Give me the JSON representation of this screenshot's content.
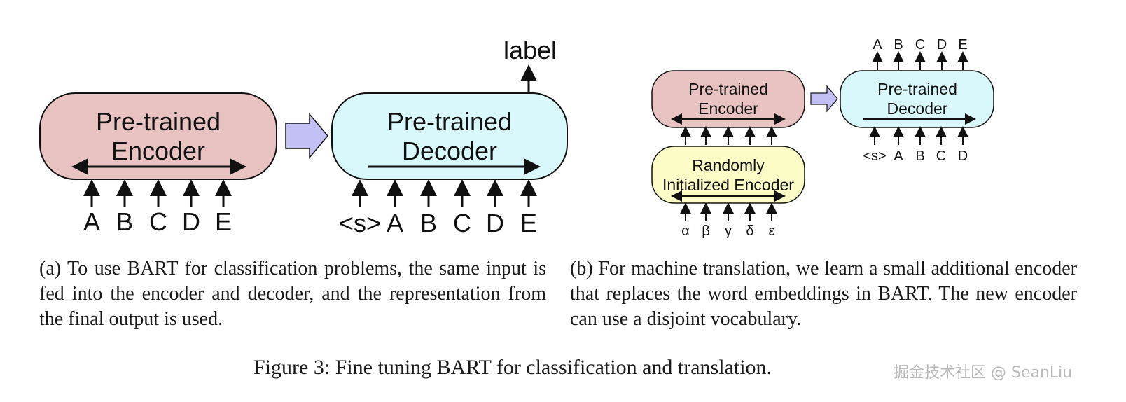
{
  "panel_a": {
    "encoder": {
      "line1": "Pre-trained",
      "line2": "Encoder"
    },
    "decoder": {
      "line1": "Pre-trained",
      "line2": "Decoder"
    },
    "encoder_inputs": [
      "A",
      "B",
      "C",
      "D",
      "E"
    ],
    "decoder_inputs": [
      "<s>",
      "A",
      "B",
      "C",
      "D",
      "E"
    ],
    "output_label": "label",
    "caption": "(a)  To use BART for classification problems, the same input is fed into the encoder and decoder, and the representation from the final output is used."
  },
  "panel_b": {
    "encoder": {
      "line1": "Pre-trained",
      "line2": "Encoder"
    },
    "random_encoder": {
      "line1": "Randomly",
      "line2": "Initialized Encoder"
    },
    "decoder": {
      "line1": "Pre-trained",
      "line2": "Decoder"
    },
    "source_inputs": [
      "α",
      "β",
      "γ",
      "δ",
      "ε"
    ],
    "decoder_inputs": [
      "<s>",
      "A",
      "B",
      "C",
      "D"
    ],
    "decoder_outputs": [
      "A",
      "B",
      "C",
      "D",
      "E"
    ],
    "caption": "(b)  For machine translation, we learn a small additional encoder that replaces the word embeddings in BART. The new encoder can use a disjoint vocabulary."
  },
  "figure_caption": "Figure 3: Fine tuning BART for classification and translation.",
  "watermark": "掘金技术社区 @ SeanLiu",
  "colors": {
    "encoder_fill": "#e8c3c1",
    "decoder_fill": "#d9f8fb",
    "random_encoder_fill": "#fbfcc6",
    "transfer_arrow_fill": "#c3c0f5",
    "stroke": "#111111"
  }
}
